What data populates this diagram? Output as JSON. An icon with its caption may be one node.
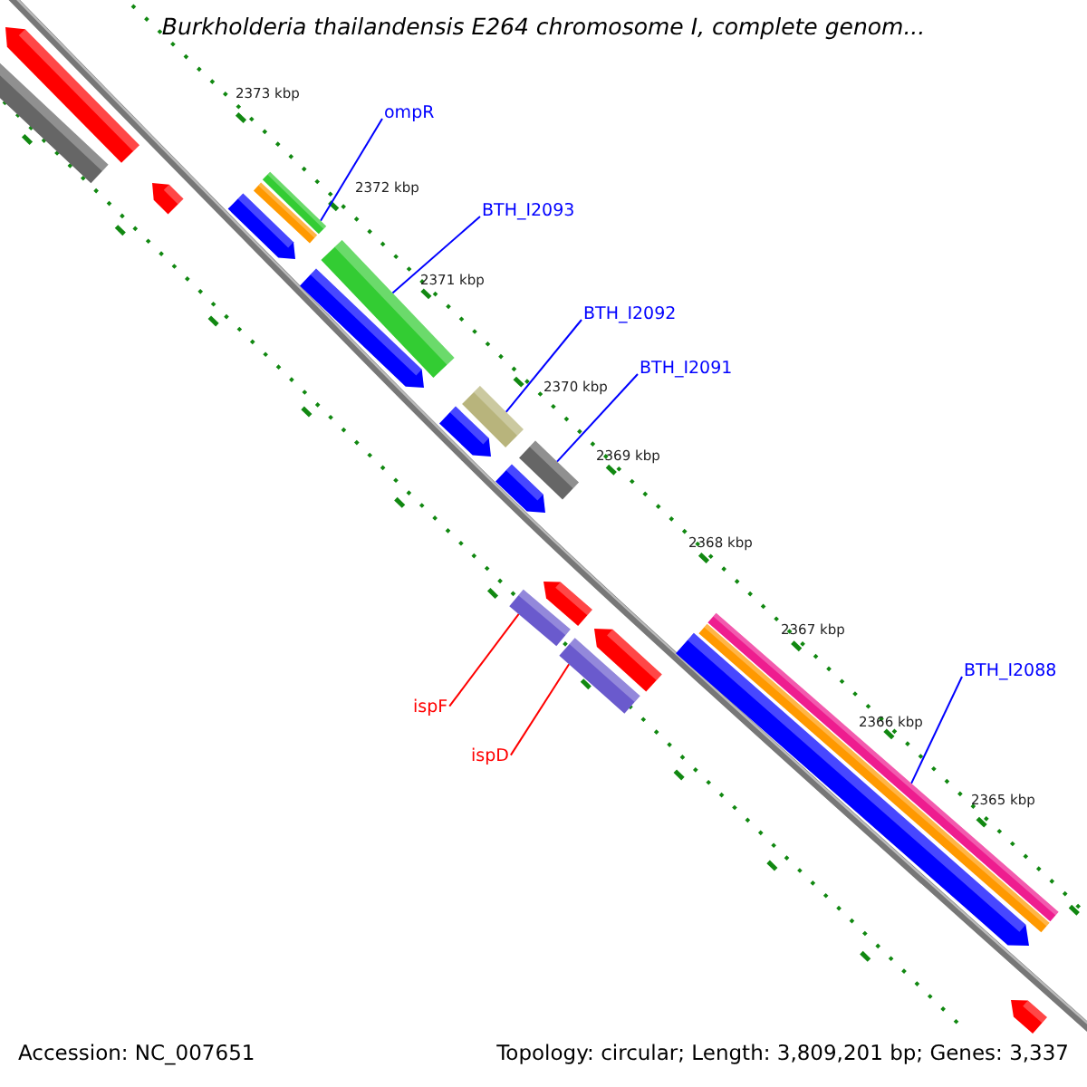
{
  "diagram": {
    "title": "Burkholderia thailandensis E264 chromosome I, complete genom...",
    "nodes": [
      {
        "text": [],
        "shape": "pentagon"
      },
      {
        "text": [],
        "shape": "bar"
      },
      {
        "text": [],
        "shape": "pentagon"
      },
      {
        "text": [
          "ompR"
        ]
      },
      {
        "text": [],
        "shape": "bar"
      },
      {
        "text": [],
        "shape": "bar"
      },
      {
        "text": [],
        "shape": "pentagon"
      },
      {
        "text": [
          "BTH_I2093"
        ]
      },
      {
        "text": [],
        "shape": "bar"
      },
      {
        "text": [],
        "shape": "pentagon"
      },
      {
        "text": [
          "BTH_I2092"
        ]
      },
      {
        "text": [],
        "shape": "bar"
      },
      {
        "text": [],
        "shape": "pentagon"
      },
      {
        "text": [
          "BTH_I2091"
        ]
      },
      {
        "text": [],
        "shape": "bar"
      },
      {
        "text": [],
        "shape": "pentagon"
      },
      {
        "text": [],
        "shape": "pentagon"
      },
      {
        "text": [],
        "shape": "bar"
      },
      {
        "text": [],
        "shape": "pentagon"
      },
      {
        "text": [],
        "shape": "bar"
      },
      {
        "text": [
          "ispF"
        ]
      },
      {
        "text": [
          "ispD"
        ]
      },
      {
        "text": [],
        "shape": "bar"
      },
      {
        "text": [],
        "shape": "bar"
      },
      {
        "text": [],
        "shape": "pentagon"
      },
      {
        "text": [
          "BTH_I2088"
        ]
      },
      {
        "text": [],
        "shape": "pentagon"
      }
    ],
    "edges": [
      {
        "from": 3,
        "to": 4,
        "arrow": "none"
      },
      {
        "from": 7,
        "to": 8,
        "arrow": "none"
      },
      {
        "from": 10,
        "to": 11,
        "arrow": "none"
      },
      {
        "from": 13,
        "to": 14,
        "arrow": "none"
      },
      {
        "from": 20,
        "to": 17,
        "arrow": "none",
        "color": "#ff0000"
      },
      {
        "from": 21,
        "to": 19,
        "arrow": "none",
        "color": "#ff0000"
      },
      {
        "from": 25,
        "to": 22,
        "arrow": "none"
      }
    ],
    "labels": [
      "2373 kbp",
      "2372 kbp",
      "2371 kbp",
      "2370 kbp",
      "2369 kbp",
      "2368 kbp",
      "2367 kbp",
      "2366 kbp",
      "2365 kbp",
      "Accession: NC_007651",
      "Topology: circular; Length: 3,809,201 bp; Genes: 3,337"
    ]
  }
}
